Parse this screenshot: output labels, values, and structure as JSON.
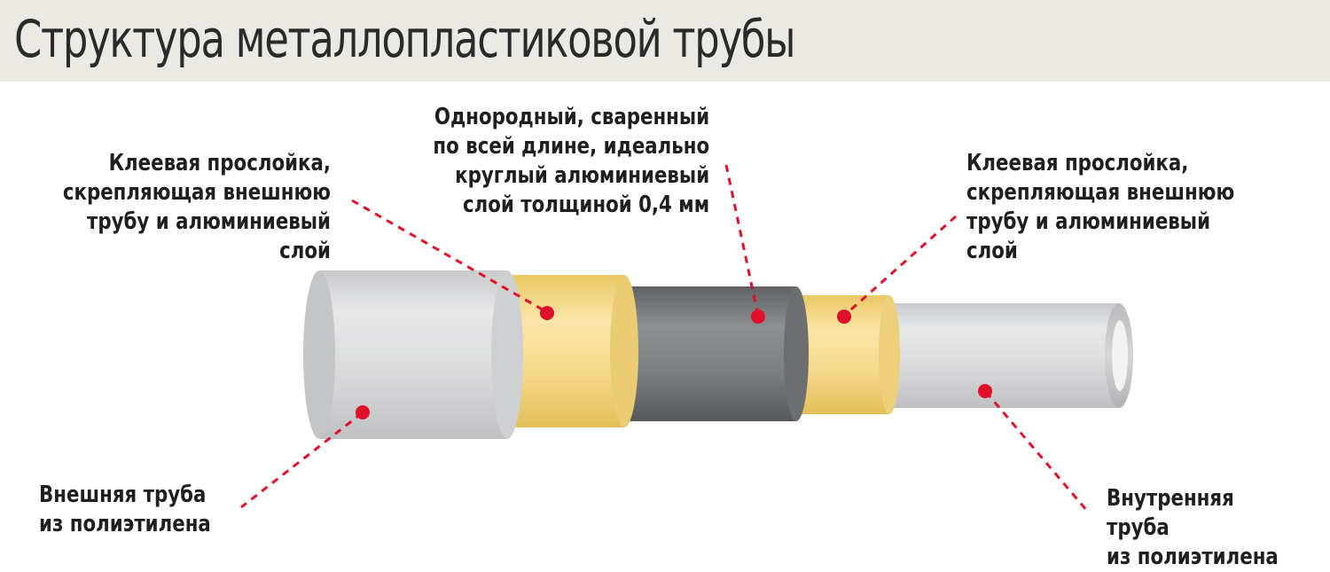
{
  "title": "Структура металлопластиковой трубы",
  "labels": {
    "adhesive_left": "Клеевая прослойка,\nскрепляющая внешнюю\nтрубу и алюминиевый слой",
    "aluminum": "Однородный, сваренный\nпо всей длине, идеально\nкруглый алюминиевый\nслой толщиной 0,4 мм",
    "adhesive_right": "Клеевая прослойка,\nскрепляющая внешнюю\nтрубу и алюминиевый слой",
    "outer_pipe": "Внешняя труба\nиз полиэтилена",
    "inner_pipe": "Внутренняя труба\nиз полиэтилена"
  },
  "colors": {
    "title_bar": "#ebe9e3",
    "polyethylene": "#d9dadb",
    "adhesive": "#f3d98a",
    "aluminum": "#7a7c7e",
    "marker": "#e0102a"
  }
}
